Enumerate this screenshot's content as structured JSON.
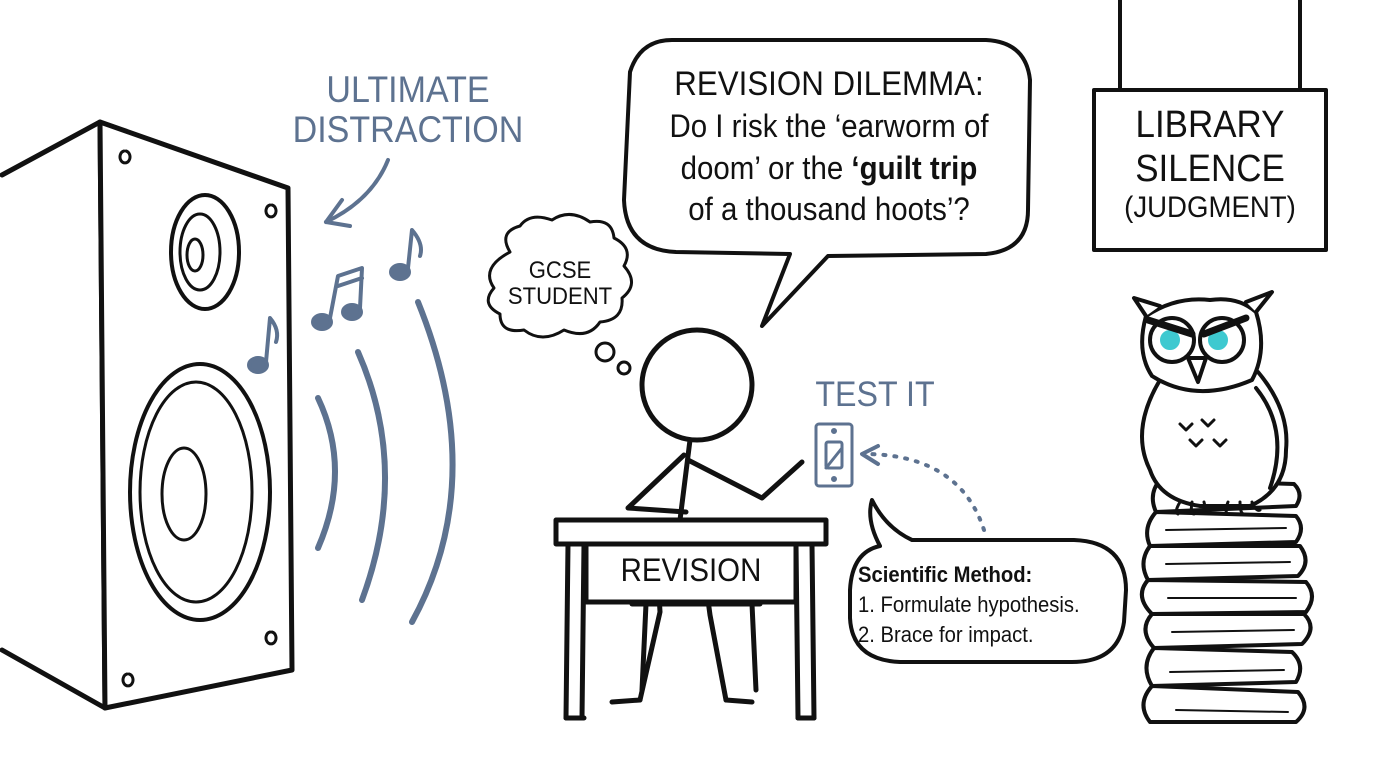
{
  "palette": {
    "ink": "#111111",
    "accent_blue": "#5d7290",
    "owl_eyes": "#3ec9d0",
    "paper": "#ffffff"
  },
  "distraction": {
    "line1": "ULTIMATE",
    "line2": "DISTRACTION"
  },
  "dilemma": {
    "title": "REVISION DILEMMA:",
    "line1": "Do I risk the ‘earworm of",
    "line2_start": "doom’ or the ",
    "line2_bold": "‘guilt trip",
    "line3": "of a thousand hoots’?"
  },
  "thought": {
    "line1": "GCSE",
    "line2": "STUDENT"
  },
  "sign": {
    "line1": "LIBRARY",
    "line2": "SILENCE",
    "line3": "(JUDGMENT)"
  },
  "test_label": "TEST IT",
  "desk_label": "REVISION",
  "method_note": {
    "title": "Scientific Method:",
    "step1": "1. Formulate hypothesis.",
    "step2": "2. Brace for impact."
  },
  "icons": [
    "speaker-icon",
    "music-note-icon",
    "owl-icon",
    "book-stack-icon",
    "light-switch-icon",
    "stick-figure-icon"
  ]
}
